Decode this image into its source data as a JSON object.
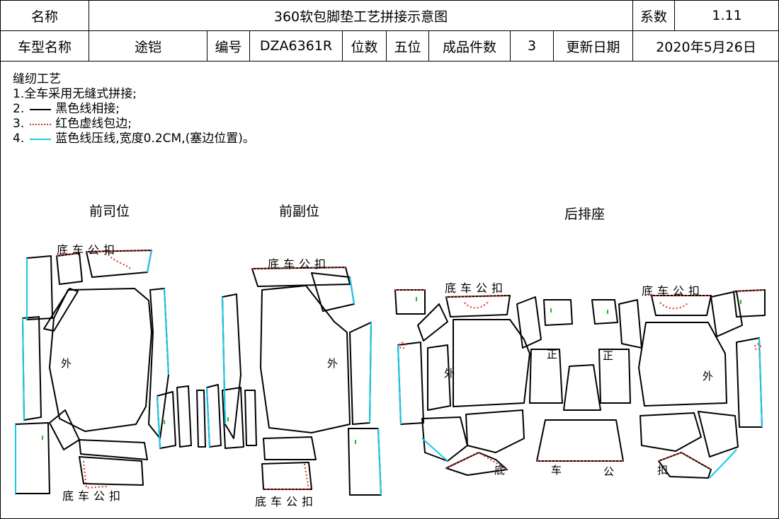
{
  "header": {
    "row1": {
      "name_label": "名称",
      "title": "360软包脚垫工艺拼接示意图",
      "coef_label": "系数",
      "coef_value": "1.11"
    },
    "row2": {
      "car_label": "车型名称",
      "car_value": "途铠",
      "code_label": "编号",
      "code_value": "DZA6361R",
      "seat_label": "位数",
      "seat_value": "五位",
      "count_label": "成品件数",
      "count_value": "3",
      "date_label": "更新日期",
      "date_value": "2020年5月26日"
    }
  },
  "notes": {
    "title": "缝纫工艺",
    "items": [
      "1.全车采用无缝式拼接;",
      "2.",
      "黑色线相接;",
      "3.",
      "红色虚线包边;",
      "4.",
      "蓝色线压线,宽度0.2CM,(塞边位置)。"
    ]
  },
  "sections": {
    "driver": "前司位",
    "passenger": "前副位",
    "rear": "后排座"
  },
  "labels": {
    "clip": "底车公扣",
    "outer": "外",
    "front": "正",
    "r1": "底",
    "r2": "车",
    "r3": "公",
    "r4": "扣"
  },
  "colors": {
    "outline": "#000000",
    "edge_binding": "#e0312a",
    "press_line": "#19c9e8",
    "marker": "#22bb22"
  }
}
